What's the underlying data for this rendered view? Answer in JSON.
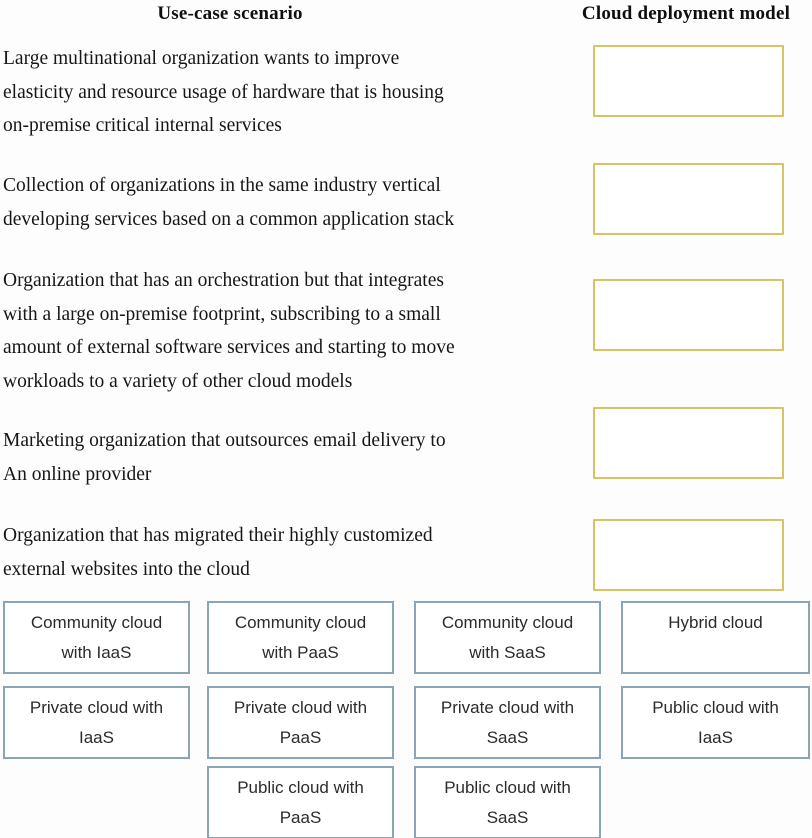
{
  "headers": {
    "use_case": "Use-case scenario",
    "deployment_model": "Cloud deployment model"
  },
  "scenarios": [
    {
      "text": "Large multinational organization wants to improve\nelasticity and resource usage of hardware that is housing\non-premise critical internal services"
    },
    {
      "text": "Collection of organizations in the same industry vertical\ndeveloping services based on a common application stack"
    },
    {
      "text": "Organization that has an orchestration but that integrates\nwith a large on-premise footprint, subscribing to a small\namount of external software services and starting to move\nworkloads to a variety of other cloud models"
    },
    {
      "text": "Marketing organization that outsources email delivery to\nAn online provider"
    },
    {
      "text": "Organization that has migrated their highly customized\nexternal websites into the cloud"
    }
  ],
  "drop_targets": {
    "count": 5,
    "value": ""
  },
  "options": [
    {
      "label": "Community cloud\nwith IaaS"
    },
    {
      "label": "Community cloud\nwith PaaS"
    },
    {
      "label": "Community cloud\nwith SaaS"
    },
    {
      "label": "Hybrid cloud"
    },
    {
      "label": "Private cloud with\nIaaS"
    },
    {
      "label": "Private cloud with\nPaaS"
    },
    {
      "label": "Private cloud with\nSaaS"
    },
    {
      "label": "Public cloud with\nIaaS"
    },
    {
      "label": "Public cloud with\nPaaS"
    },
    {
      "label": "Public cloud with\nSaaS"
    }
  ],
  "colors": {
    "drop_target_border": "#d5c365",
    "option_border": "#8aa5b5"
  }
}
